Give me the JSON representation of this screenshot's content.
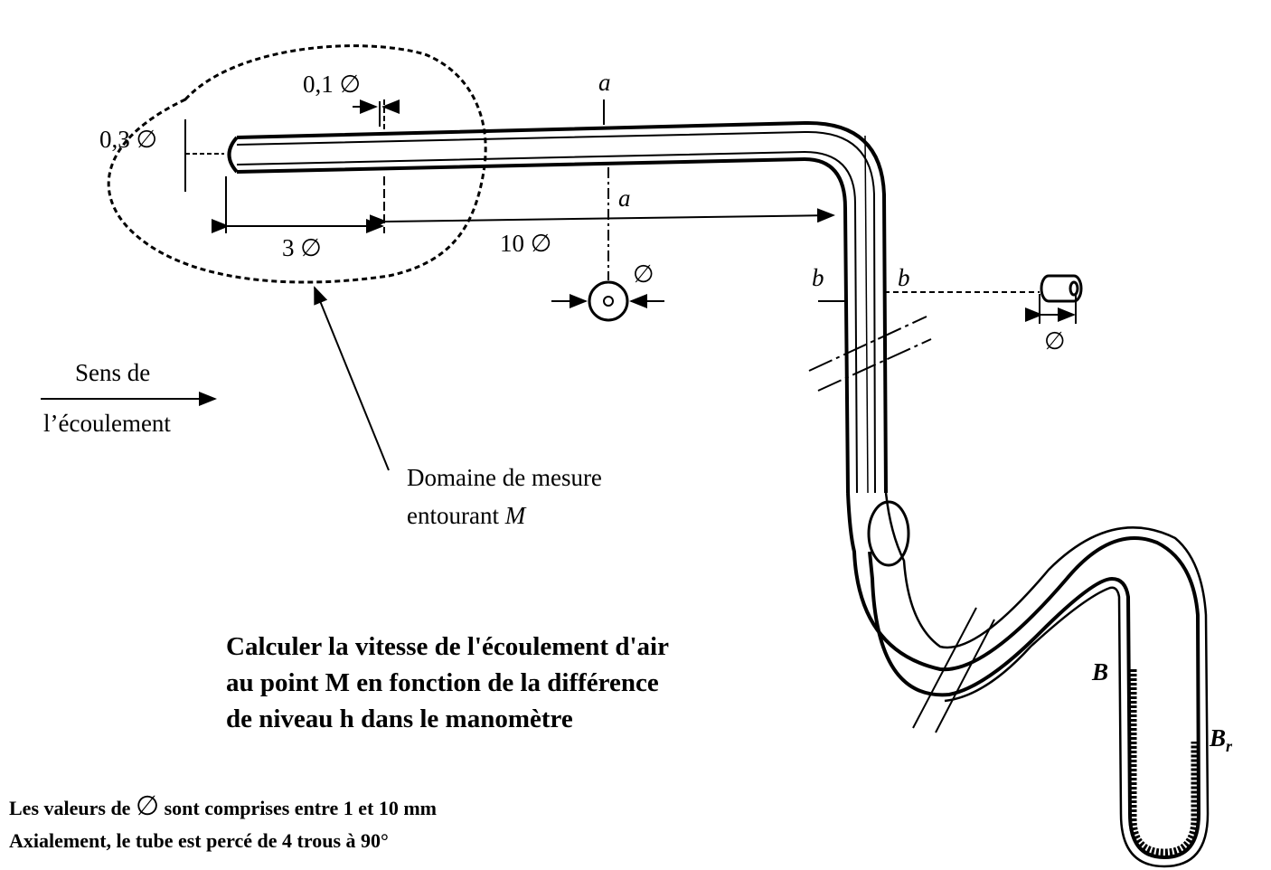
{
  "diagram": {
    "dimensions": {
      "hole_diameter": "0,1 ∅",
      "tip_diameter": "0,3 ∅",
      "hole_distance": "3 ∅",
      "bend_distance": "10 ∅",
      "section_diameter": "∅",
      "cross_section_diameter": "∅"
    },
    "section_labels": {
      "a_top": "a",
      "a_bottom": "a",
      "b_left": "b",
      "b_right": "b"
    },
    "flow_direction": {
      "line1": "Sens de",
      "line2": "l’écoulement"
    },
    "measurement_domain": {
      "line1": "Domaine de mesure",
      "line2_prefix": "entourant ",
      "line2_var": "M"
    },
    "manometer": {
      "left_level": "B",
      "right_level": "B",
      "right_level_subscript": "r"
    }
  },
  "question": {
    "lines": [
      "Calculer la vitesse de l'écoulement d'air",
      "au point M en fonction de la différence",
      "de niveau h dans le manomètre"
    ]
  },
  "notes": {
    "line1_prefix": "Les valeurs de ",
    "line1_symbol": "∅",
    "line1_suffix": " sont comprises entre 1 et 10 mm",
    "line2": "Axialement, le tube est percé de 4 trous à 90°"
  }
}
